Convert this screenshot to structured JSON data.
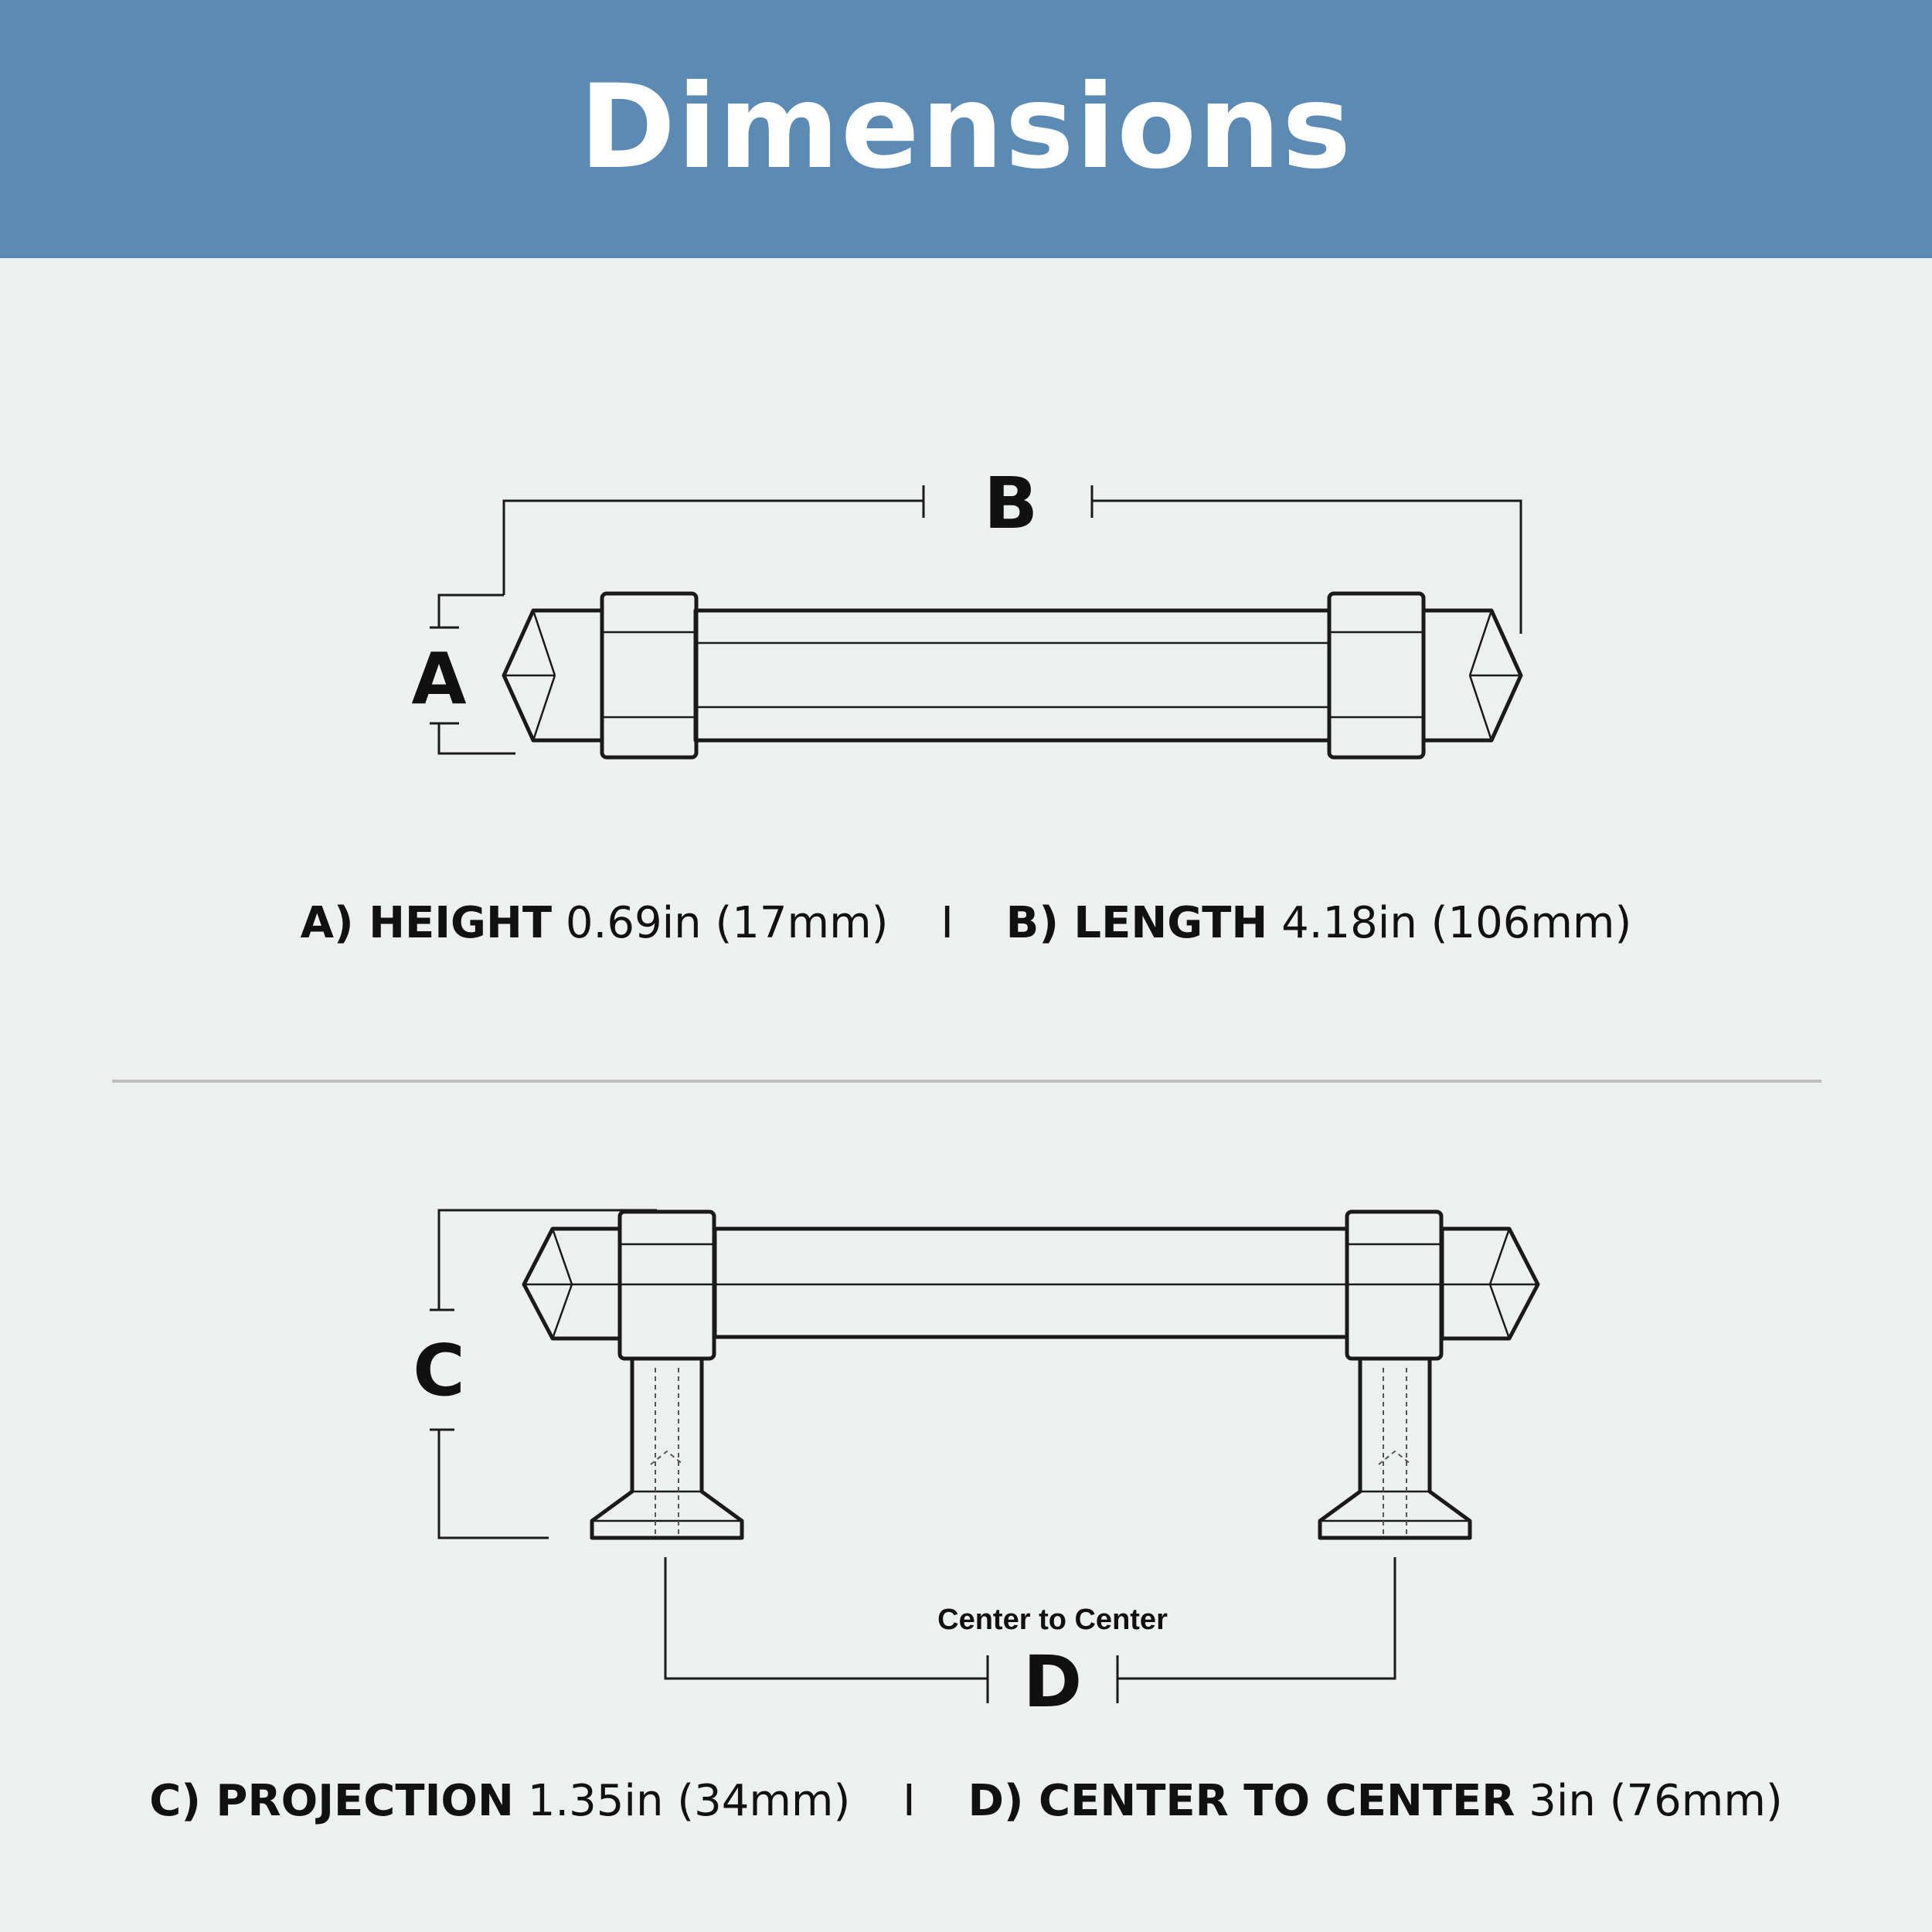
{
  "header": {
    "title": "Dimensions"
  },
  "labels": {
    "a": "A",
    "b": "B",
    "c": "C",
    "d": "D",
    "center_note": "Center to Center"
  },
  "specs_top": {
    "a_key": "A) HEIGHT",
    "a_value": "0.69in (17mm)",
    "separator": "I",
    "b_key": "B) LENGTH",
    "b_value": "4.18in (106mm)"
  },
  "specs_bottom": {
    "c_key": "C) PROJECTION",
    "c_value": "1.35in (34mm)",
    "separator": "I",
    "d_key": "D) CENTER TO CENTER",
    "d_value": "3in (76mm)"
  },
  "colors": {
    "header_bg": "#5b8bb5",
    "page_bg": "#eef0f0",
    "line": "#1a1a1a"
  }
}
